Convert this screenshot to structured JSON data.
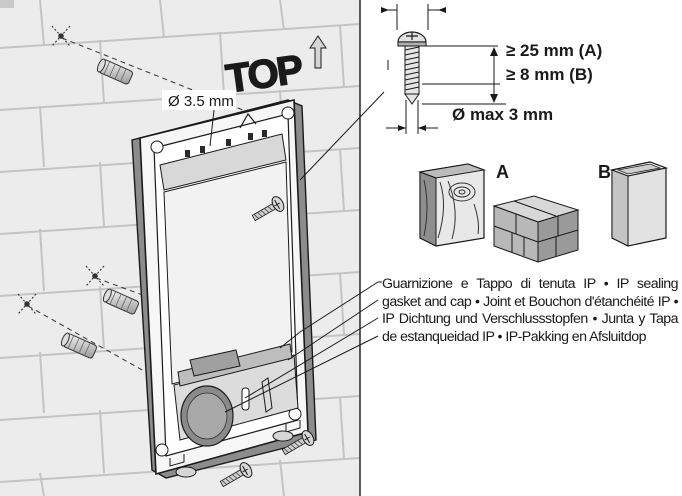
{
  "labels": {
    "hole_diameter": "Ø 3.5 mm",
    "top": "TOP",
    "screw_length_a": "≥ 25 mm (A)",
    "screw_length_b": "≥ 8 mm (B)",
    "screw_diameter": "Ø max 3 mm",
    "wall_type_a": "A",
    "wall_type_b": "B"
  },
  "caption": "Guarnizione e Tappo di tenuta IP • IP sealing gasket and cap • Joint et Bouchon d'étanchéité IP • IP Dichtung und Verschlussstopfen • Junta y Tapa de estanqueidad IP • IP-Pakking en Afsluitdop",
  "colors": {
    "wall": "#ececec",
    "outline": "#1a1a1a",
    "wood": "#9a9a9a",
    "brick": "#b8b8b8"
  }
}
